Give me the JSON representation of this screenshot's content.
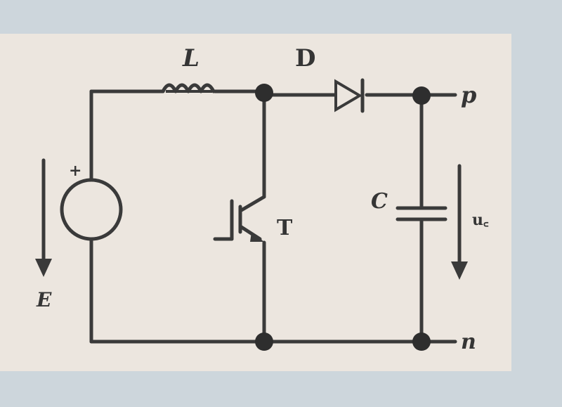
{
  "labels": {
    "inductor": "L",
    "diode": "D",
    "transistor": "T",
    "capacitor": "C",
    "source": "E",
    "source_polarity": "+",
    "output_voltage": "u꜀",
    "node_p": "p",
    "node_n": "n"
  },
  "colors": {
    "background": "#cdd6dc",
    "panel": "#ece6df",
    "line": "#3a3a3a"
  }
}
